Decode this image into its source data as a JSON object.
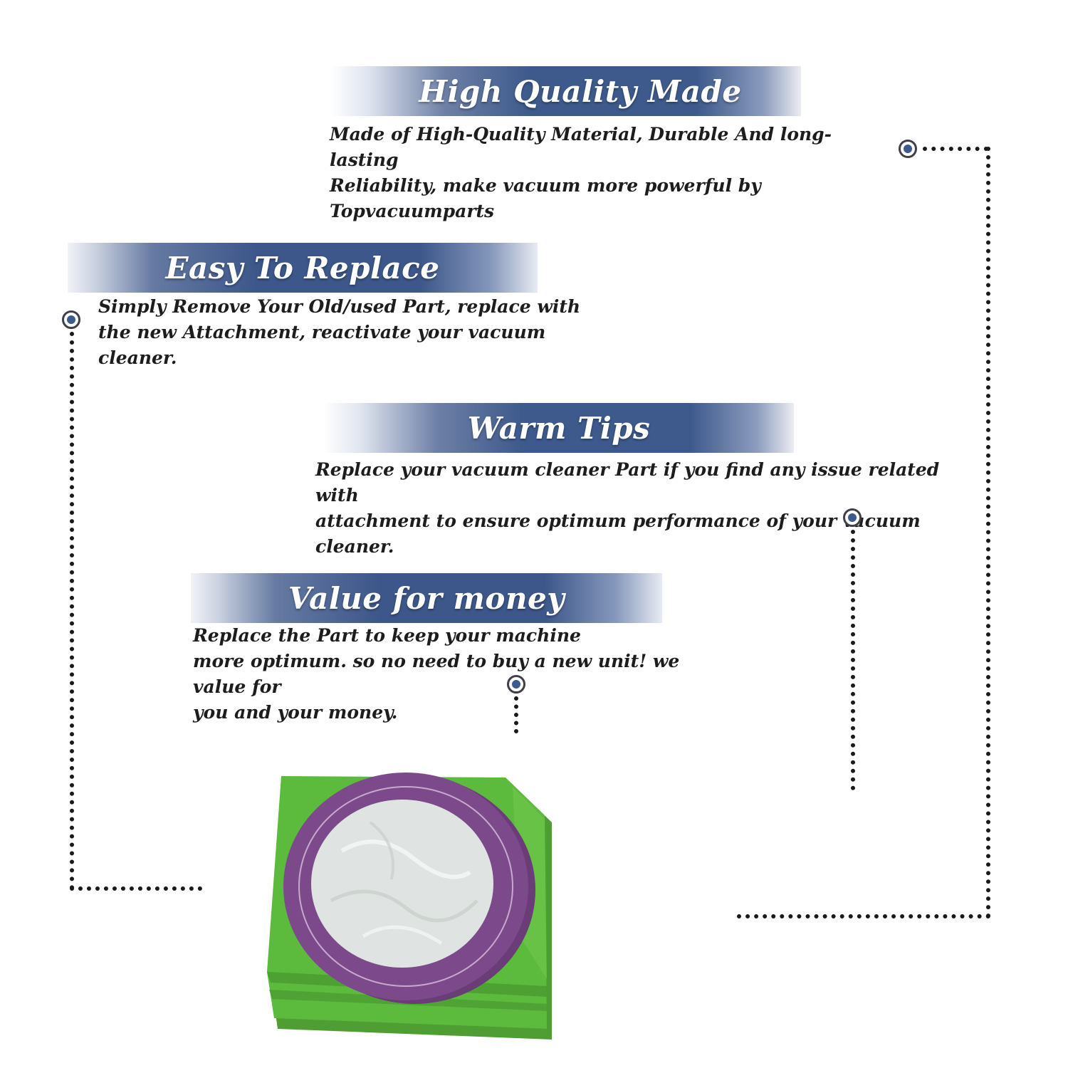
{
  "sections": [
    {
      "title": "High Quality Made",
      "text": "Made of  High-Quality Material, Durable And long-lasting\nReliability, make vacuum more powerful by Topvacuumparts"
    },
    {
      "title": "Easy To Replace",
      "text": "Simply Remove Your Old/used Part, replace with\nthe new Attachment, reactivate your vacuum cleaner."
    },
    {
      "title": "Warm Tips",
      "text": "Replace your vacuum cleaner Part if you find any issue related with\n attachment to ensure optimum performance of your vacuum cleaner."
    },
    {
      "title": "Value for money",
      "text": "Replace the Part to keep your machine\nmore optimum. so no need to buy a new unit! we value for\nyou and your money."
    }
  ],
  "colors": {
    "banner_blue": "#3e5a8c",
    "bag_green": "#5cba3c",
    "bag_purple": "#7c4a8a",
    "filter_white": "#dfe4e2",
    "dot_line": "#1a1a1a"
  },
  "product_image": "green-purple-vacuum-bag-icon"
}
